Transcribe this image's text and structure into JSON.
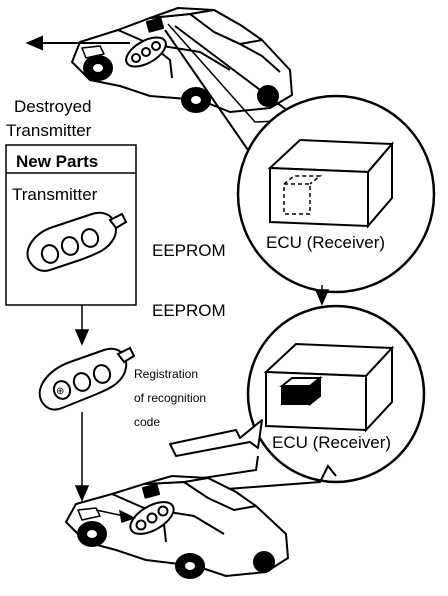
{
  "labels": {
    "destroyed_line1": "Destroyed",
    "destroyed_line2": "Transmitter",
    "new_parts": "New Parts",
    "transmitter": "Transmitter",
    "eeprom_upper": "EEPROM",
    "eeprom_lower": "EEPROM",
    "ecu_upper": "ECU (Receiver)",
    "ecu_lower": "ECU (Receiver)",
    "registration_line1": "Registration",
    "registration_line2": "of recognition",
    "registration_line3": "code"
  }
}
